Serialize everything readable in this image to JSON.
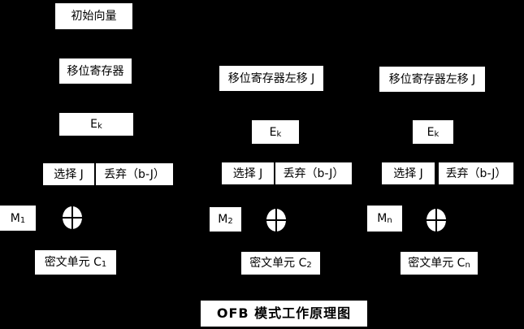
{
  "diagram": {
    "kind": "OFB block-cipher mode schematic",
    "colors": {
      "background": "#000000",
      "box_fill": "#ffffff",
      "box_text": "#000000"
    },
    "icons": {
      "xor": "xor-circle (white circle with black cross, ⊕)"
    }
  },
  "labels": {
    "initial_vector": "初始向量",
    "shift_register": "移位寄存器",
    "shift_register_left": "移位寄存器左移 J",
    "e_base": "E",
    "e_sub": "k",
    "select_j": "选择 J",
    "discard": "丢弃（b-J）",
    "m_base": "M",
    "m_subs": [
      "1",
      "2",
      "n"
    ],
    "c_base": "密文单元 C",
    "c_subs": [
      "1",
      "2",
      "n"
    ],
    "title": "OFB 模式工作原理图"
  }
}
